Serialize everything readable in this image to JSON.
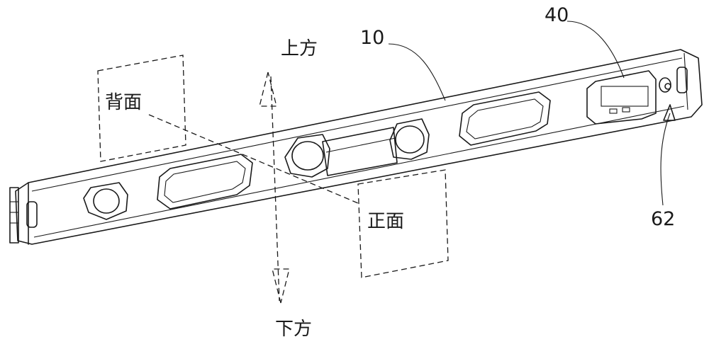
{
  "labels": {
    "up": "上方",
    "down": "下方",
    "back": "背面",
    "front": "正面",
    "ref_body": "10",
    "ref_display": "40",
    "ref_part": "62"
  },
  "colors": {
    "ink": "#1a1a1a",
    "background": "#ffffff"
  }
}
